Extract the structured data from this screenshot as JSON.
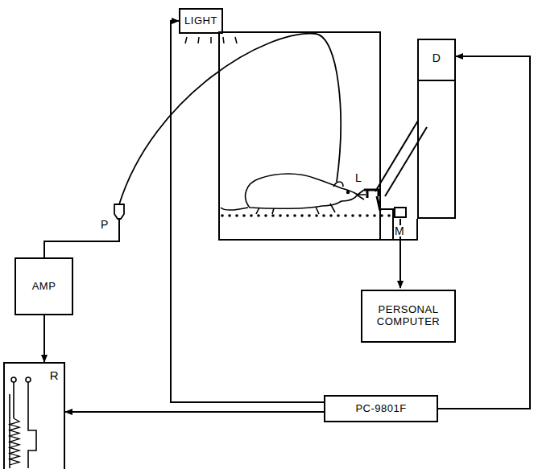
{
  "diagram": {
    "nodes": [
      {
        "text": [
          "LIGHT"
        ]
      },
      {
        "text": [
          "D"
        ]
      },
      {
        "text": [
          "PERSONAL COMPUTER"
        ]
      },
      {
        "text": [
          "AMP"
        ]
      },
      {
        "text": [
          "PC-9801F"
        ]
      },
      {
        "text": [
          "R"
        ]
      }
    ],
    "edges": [
      {
        "from": 4,
        "to": 0,
        "arrow": "to"
      },
      {
        "from": 4,
        "to": 1,
        "arrow": "to"
      },
      {
        "from": 4,
        "to": 5,
        "arrow": "to"
      },
      {
        "from": 3,
        "to": 5,
        "arrow": "to"
      }
    ],
    "labels": [
      "L",
      "M",
      "P"
    ]
  }
}
